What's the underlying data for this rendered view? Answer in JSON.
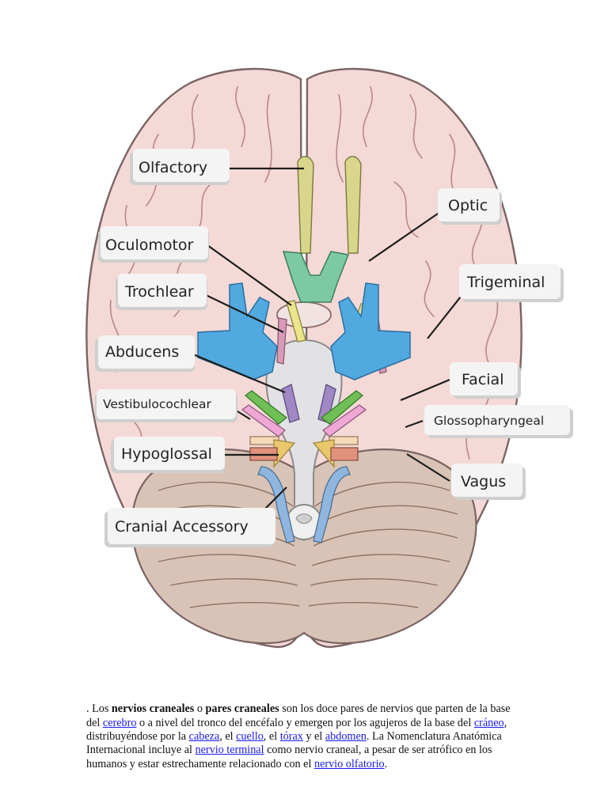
{
  "diagram": {
    "labels": {
      "olfactory": "Olfactory",
      "optic": "Optic",
      "oculomotor": "Oculomotor",
      "trochlear": "Trochlear",
      "trigeminal": "Trigeminal",
      "abducens": "Abducens",
      "facial": "Facial",
      "vestibulocochlear": "Vestibulocochlear",
      "glossopharyngeal": "Glossopharyngeal",
      "hypoglossal": "Hypoglossal",
      "vagus": "Vagus",
      "cranial_accessory": "Cranial Accessory"
    },
    "colors": {
      "cerebrum": "#f4d9d6",
      "cerebrum_outline": "#7a6464",
      "cerebellum": "#d8c3b6",
      "brainstem": "#e2e2e4",
      "olfactory": "#d8d68a",
      "optic": "#7cc9a3",
      "oculomotor": "#ece58e",
      "trochlear": "#d99ab8",
      "trigeminal": "#52a9e0",
      "abducens": "#a088c4",
      "facial": "#6fbe56",
      "vestibulocochlear": "#f0a7d5",
      "glossopharyngeal": "#f6d9b8",
      "hypoglossal": "#e8c86a",
      "vagus": "#e0927c",
      "cranial_accessory": "#8fb6de"
    }
  },
  "caption": {
    "lead": ". Los ",
    "term1": "nervios craneales",
    "t1": " o ",
    "term2": "pares craneales",
    "t2": " son los doce pares de nervios que parten de la base del ",
    "link_cerebro": "cerebro",
    "t3": " o a nivel del tronco del encéfalo y emergen por los agujeros de la base del ",
    "link_craneo": "cráneo",
    "t4": ", distribuyéndose por la ",
    "link_cabeza": "cabeza",
    "t5": ", el ",
    "link_cuello": "cuello",
    "t6": ", el ",
    "link_torax": "tórax",
    "t7": " y el ",
    "link_abdomen": "abdomen",
    "t8": ". La Nomenclatura Anatómica Internacional incluye al ",
    "link_nervio_terminal": "nervio terminal",
    "t9": " como nervio craneal, a pesar de ser atrófico en los humanos y estar estrechamente relacionado con el ",
    "link_nervio_olfatorio": "nervio olfatorio",
    "t10": "."
  }
}
